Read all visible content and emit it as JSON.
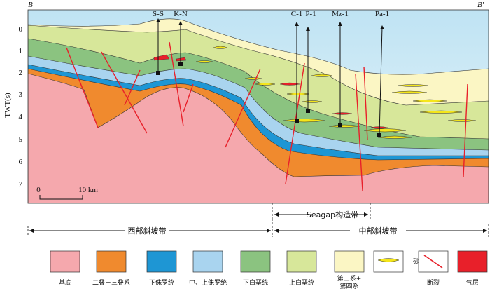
{
  "section": {
    "end_left": "B",
    "end_right": "B'"
  },
  "axis": {
    "label": "TWT(s)",
    "ticks": [
      "0",
      "1",
      "2",
      "3",
      "4",
      "5",
      "6",
      "7"
    ]
  },
  "scale_bar": {
    "start": "0",
    "end": "10 km"
  },
  "wells": [
    {
      "label": "S-S"
    },
    {
      "label": "K-N"
    },
    {
      "label": "C-1"
    },
    {
      "label": "P-1"
    },
    {
      "label": "Mz-1"
    },
    {
      "label": "Pa-1"
    }
  ],
  "zones": {
    "seagap": "Seagap构造带",
    "west": "西部斜坡带",
    "central": "中部斜坡带"
  },
  "legend": [
    {
      "label": "基底",
      "color": "#f5a8ad",
      "kind": "fill"
    },
    {
      "label": "二叠－三叠系",
      "color": "#f08a2e",
      "kind": "fill"
    },
    {
      "label": "下侏罗统",
      "color": "#1e96d4",
      "kind": "fill"
    },
    {
      "label": "中、上侏罗统",
      "color": "#a9d4ef",
      "kind": "fill"
    },
    {
      "label": "下白垩统",
      "color": "#8bc380",
      "kind": "fill"
    },
    {
      "label": "上白垩统",
      "color": "#d7e79a",
      "kind": "fill"
    },
    {
      "label": "第三系+",
      "label2": "第四系",
      "color": "#fbf6c4",
      "kind": "fill"
    },
    {
      "label": "砂体",
      "color": "#f5e61a",
      "kind": "sand"
    },
    {
      "label": "断裂",
      "color": "#e8202a",
      "kind": "fault"
    },
    {
      "label": "气层",
      "color": "#e8202a",
      "kind": "fill"
    }
  ],
  "colors": {
    "basement": "#f5a8ad",
    "permo_triassic": "#f08a2e",
    "lower_jurassic": "#1e96d4",
    "mid_upper_jurassic": "#a9d4ef",
    "lower_cretaceous": "#8bc380",
    "upper_cretaceous": "#d7e79a",
    "tertiary_quaternary": "#fbf6c4",
    "sea": "#bfe3f3",
    "sand": "#f5e61a",
    "fault": "#e8202a",
    "gas": "#e8202a"
  }
}
